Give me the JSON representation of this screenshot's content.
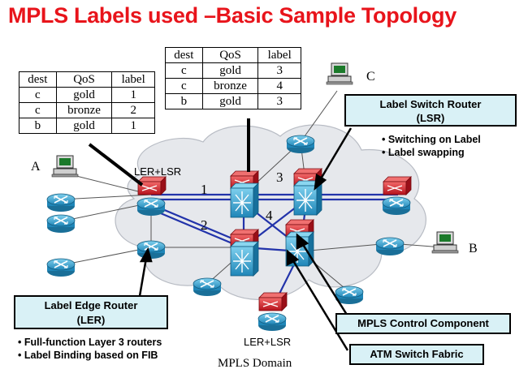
{
  "title": "MPLS Labels used –Basic Sample Topology",
  "table_left": {
    "headers": [
      "dest",
      "QoS",
      "label"
    ],
    "rows": [
      [
        "c",
        "gold",
        "1"
      ],
      [
        "c",
        "bronze",
        "2"
      ],
      [
        "b",
        "gold",
        "1"
      ]
    ]
  },
  "table_right": {
    "headers": [
      "dest",
      "QoS",
      "label"
    ],
    "rows": [
      [
        "c",
        "gold",
        "3"
      ],
      [
        "c",
        "bronze",
        "4"
      ],
      [
        "b",
        "gold",
        "3"
      ]
    ]
  },
  "host_labels": {
    "a": "A",
    "b": "B",
    "c": "C"
  },
  "node_labels": {
    "ler_lsr_top": "LER+LSR",
    "ler_lsr_bottom": "LER+LSR"
  },
  "link_labels": {
    "l1": "1",
    "l2": "2",
    "l3": "3",
    "l4": "4"
  },
  "lsr_callout": {
    "title_line1": "Label Switch Router",
    "title_line2": "(LSR)",
    "bullets": [
      "Switching on Label",
      "Label swapping"
    ]
  },
  "ler_callout": {
    "title_line1": "Label Edge Router",
    "title_line2": "(LER)",
    "bullets": [
      "Full-function Layer 3 routers",
      "Label Binding based on FIB"
    ]
  },
  "mpls_control": "MPLS Control Component",
  "atm_fabric": "ATM Switch Fabric",
  "domain_label": "MPLS Domain",
  "colors": {
    "title": "#e8141b",
    "cloud": "#e6e8ec",
    "router": "#3aa3cf",
    "switch_red": "#d31f2a",
    "links": "#2233aa",
    "callout_bg": "#d9f1f6"
  }
}
